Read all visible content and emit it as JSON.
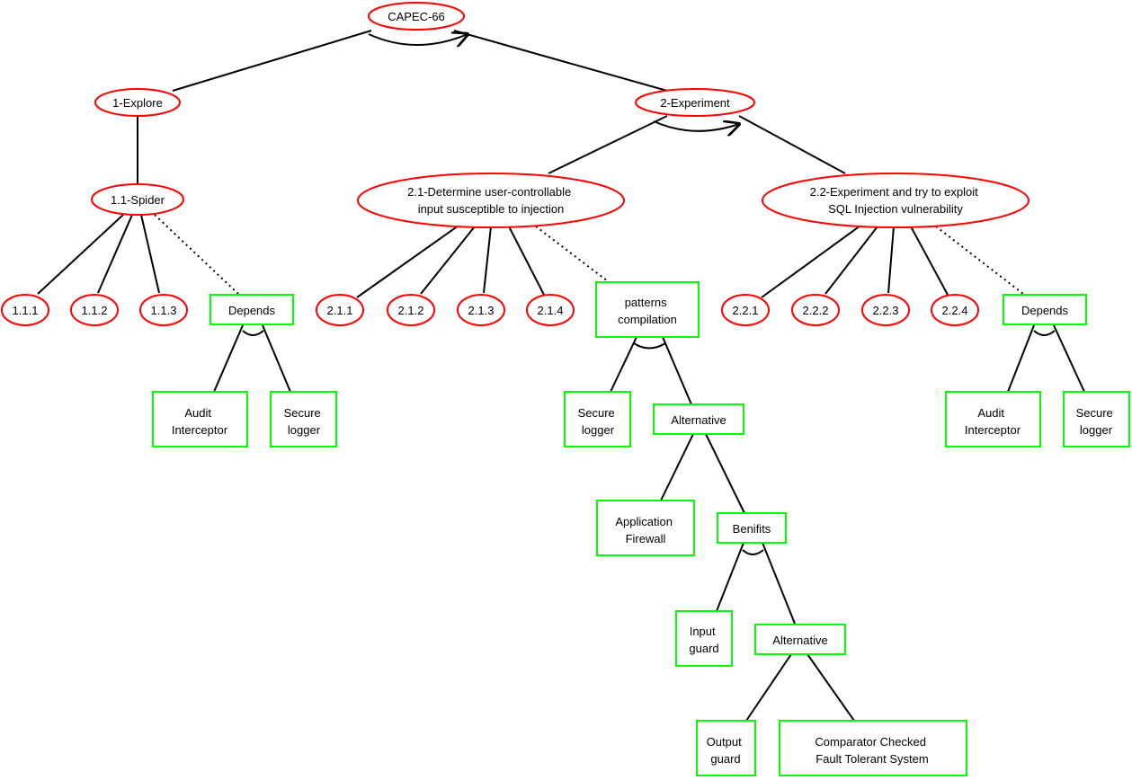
{
  "colors": {
    "attack_node_stroke": "#ff0000",
    "defense_node_stroke": "#00ff00",
    "edge": "#000000"
  },
  "nodes": {
    "root": "CAPEC-66",
    "explore": "1-Explore",
    "experiment": "2-Experiment",
    "spider": "1.1-Spider",
    "determine": [
      "2.1-Determine user-controllable",
      "input susceptible to injection"
    ],
    "exploit": [
      "2.2-Experiment and try to exploit",
      "SQL Injection vulnerability"
    ],
    "leaf_1_1_1": "1.1.1",
    "leaf_1_1_2": "1.1.2",
    "leaf_1_1_3": "1.1.3",
    "leaf_2_1_1": "2.1.1",
    "leaf_2_1_2": "2.1.2",
    "leaf_2_1_3": "2.1.3",
    "leaf_2_1_4": "2.1.4",
    "leaf_2_2_1": "2.2.1",
    "leaf_2_2_2": "2.2.2",
    "leaf_2_2_3": "2.2.3",
    "leaf_2_2_4": "2.2.4"
  },
  "defenses": {
    "depends_left": "Depends",
    "audit_left": [
      "Audit",
      "Interceptor"
    ],
    "secure_logger_left": [
      "Secure",
      "logger"
    ],
    "patterns": [
      "patterns",
      "compilation"
    ],
    "secure_logger_mid": [
      "Secure",
      "logger"
    ],
    "alternative_1": "Alternative",
    "app_firewall": [
      "Application",
      "Firewall"
    ],
    "benifits": "Benifits",
    "input_guard": [
      "Input",
      "guard"
    ],
    "alternative_2": "Alternative",
    "output_guard": [
      "Output",
      "guard"
    ],
    "comparator": [
      "Comparator Checked",
      "Fault Tolerant System"
    ],
    "depends_right": "Depends",
    "audit_right": [
      "Audit",
      "Interceptor"
    ],
    "secure_logger_right": [
      "Secure",
      "logger"
    ]
  }
}
